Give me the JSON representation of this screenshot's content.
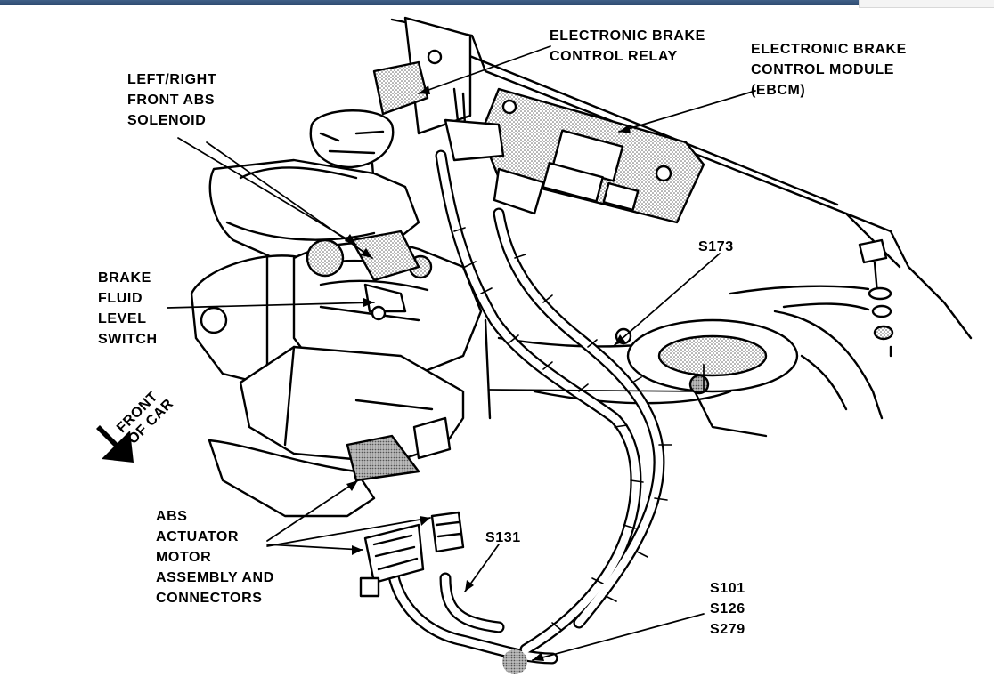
{
  "labels": {
    "relay": [
      "ELECTRONIC BRAKE",
      "CONTROL RELAY"
    ],
    "ebcm": [
      "ELECTRONIC BRAKE",
      "CONTROL MODULE",
      "(EBCM)"
    ],
    "solenoid": [
      "LEFT/RIGHT",
      "FRONT ABS",
      "SOLENOID"
    ],
    "fluid_switch": [
      "BRAKE",
      "FLUID",
      "LEVEL",
      "SWITCH"
    ],
    "front_of_car": [
      "FRONT",
      "OF CAR"
    ],
    "actuator": [
      "ABS",
      "ACTUATOR",
      "MOTOR",
      "ASSEMBLY AND",
      "CONNECTORS"
    ],
    "s173": "S173",
    "s131": "S131",
    "splices": [
      "S101",
      "S126",
      "S279"
    ]
  },
  "colors": {
    "ink": "#000000",
    "shade": "#9a9a9a",
    "topbar": "#34527a"
  }
}
